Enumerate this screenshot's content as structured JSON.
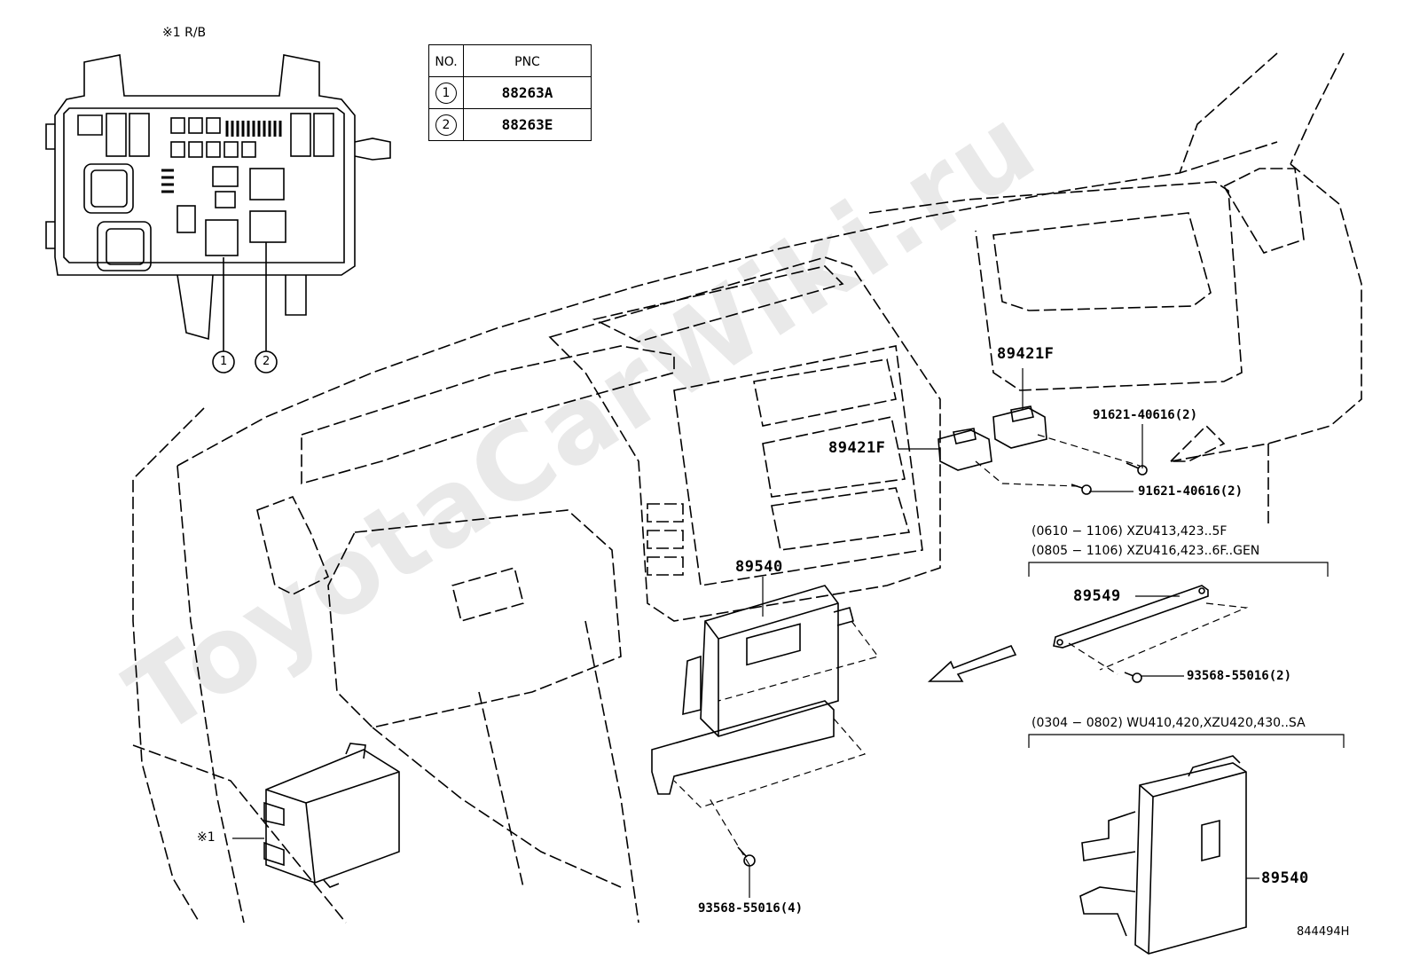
{
  "watermark": "ToyotaCarWiki.ru",
  "inset": {
    "title": "※1 R/B",
    "callout_1": "1",
    "callout_2": "2"
  },
  "pnc_table": {
    "header_no": "NO.",
    "header_pnc": "PNC",
    "rows": [
      {
        "no": "1",
        "pnc": "88263A"
      },
      {
        "no": "2",
        "pnc": "88263E"
      }
    ]
  },
  "labels": {
    "sensor_upper": "89421F",
    "sensor_lower": "89421F",
    "bolt_upper": "91621-40616(2)",
    "bolt_lower": "91621-40616(2)",
    "ecu_main": "89540",
    "screw_bottom": "93568-55016(4)",
    "relay_box": "※1",
    "bracket": "89549",
    "screw_bracket": "93568-55016(2)",
    "ecu_alt": "89540",
    "diagram_id": "844494H"
  },
  "notes": {
    "note1": "(0610 − 1106) XZU413,423..5F",
    "note2": "(0805 − 1106) XZU416,423..6F..GEN",
    "note3": "(0304 − 0802) WU410,420,XZU420,430..SA"
  }
}
